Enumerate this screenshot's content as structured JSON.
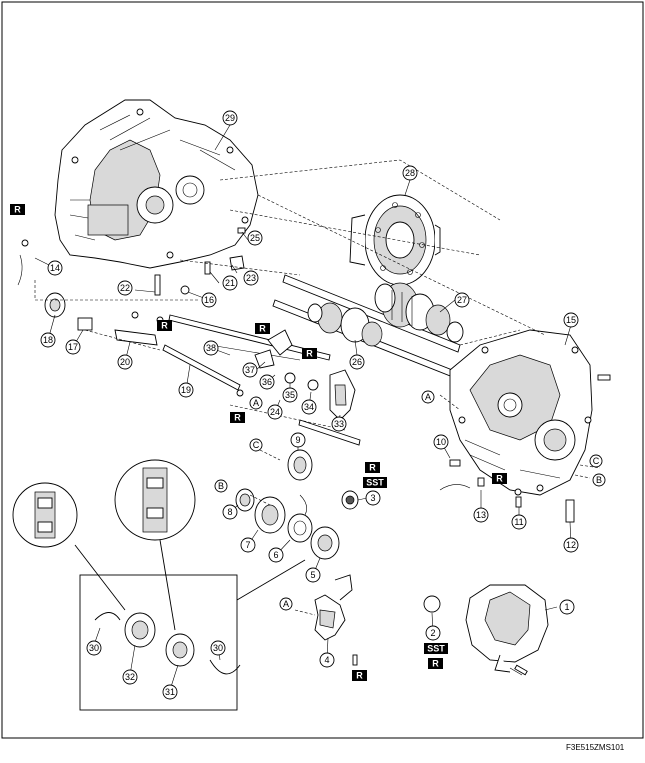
{
  "callouts": [
    "1",
    "2",
    "3",
    "4",
    "5",
    "6",
    "7",
    "8",
    "9",
    "10",
    "11",
    "12",
    "13",
    "14",
    "15",
    "16",
    "17",
    "18",
    "19",
    "20",
    "21",
    "22",
    "23",
    "24",
    "25",
    "26",
    "27",
    "28",
    "29",
    "30",
    "30",
    "31",
    "32",
    "33",
    "34",
    "35",
    "36",
    "37",
    "38"
  ],
  "tags": {
    "r": "R",
    "sst": "SST"
  },
  "reference_letters": [
    "A",
    "A",
    "A",
    "B",
    "B",
    "C",
    "C"
  ],
  "figure_code": "F3E515ZMS101"
}
